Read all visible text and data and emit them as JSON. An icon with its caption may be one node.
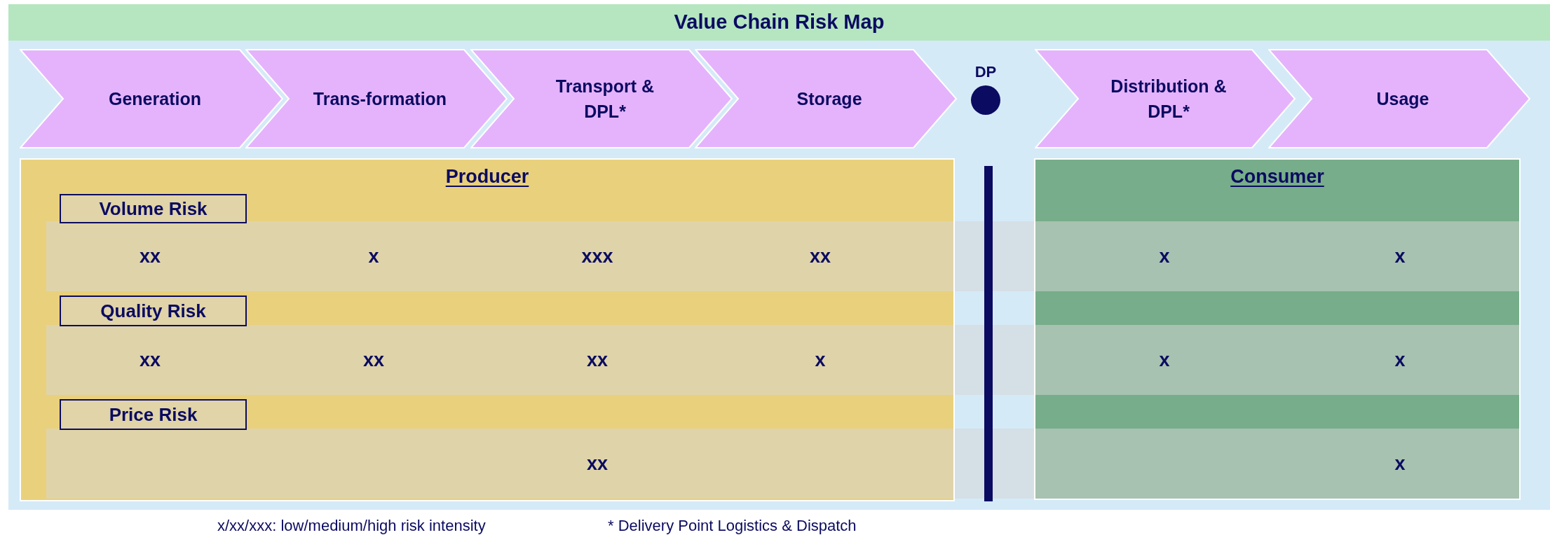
{
  "diagram": {
    "title": "Value Chain Risk Map",
    "nodes": [
      {
        "text": [
          "Generation"
        ]
      },
      {
        "text": [
          "Trans-formation"
        ]
      },
      {
        "text": [
          "Transport & DPL*"
        ]
      },
      {
        "text": [
          "Storage"
        ]
      },
      {
        "text": [
          "DP"
        ]
      },
      {
        "text": [
          "Distribution & DPL*"
        ]
      },
      {
        "text": [
          "Usage"
        ]
      },
      {
        "text": [
          "Producer"
        ]
      },
      {
        "text": [
          "Volume Risk"
        ],
        "in": 7
      },
      {
        "text": [
          "Quality Risk"
        ],
        "in": 7
      },
      {
        "text": [
          "Price Risk"
        ],
        "in": 7
      },
      {
        "text": [
          "Consumer"
        ]
      }
    ],
    "edges": [],
    "labels": [
      "xx",
      "x",
      "xxx",
      "xx",
      "x",
      "x",
      "xx",
      "xx",
      "xx",
      "x",
      "x",
      "x",
      "xx",
      "x",
      "x/xx/xxx: low/medium/high risk intensity",
      "* Delivery Point Logistics & Dispatch"
    ]
  }
}
